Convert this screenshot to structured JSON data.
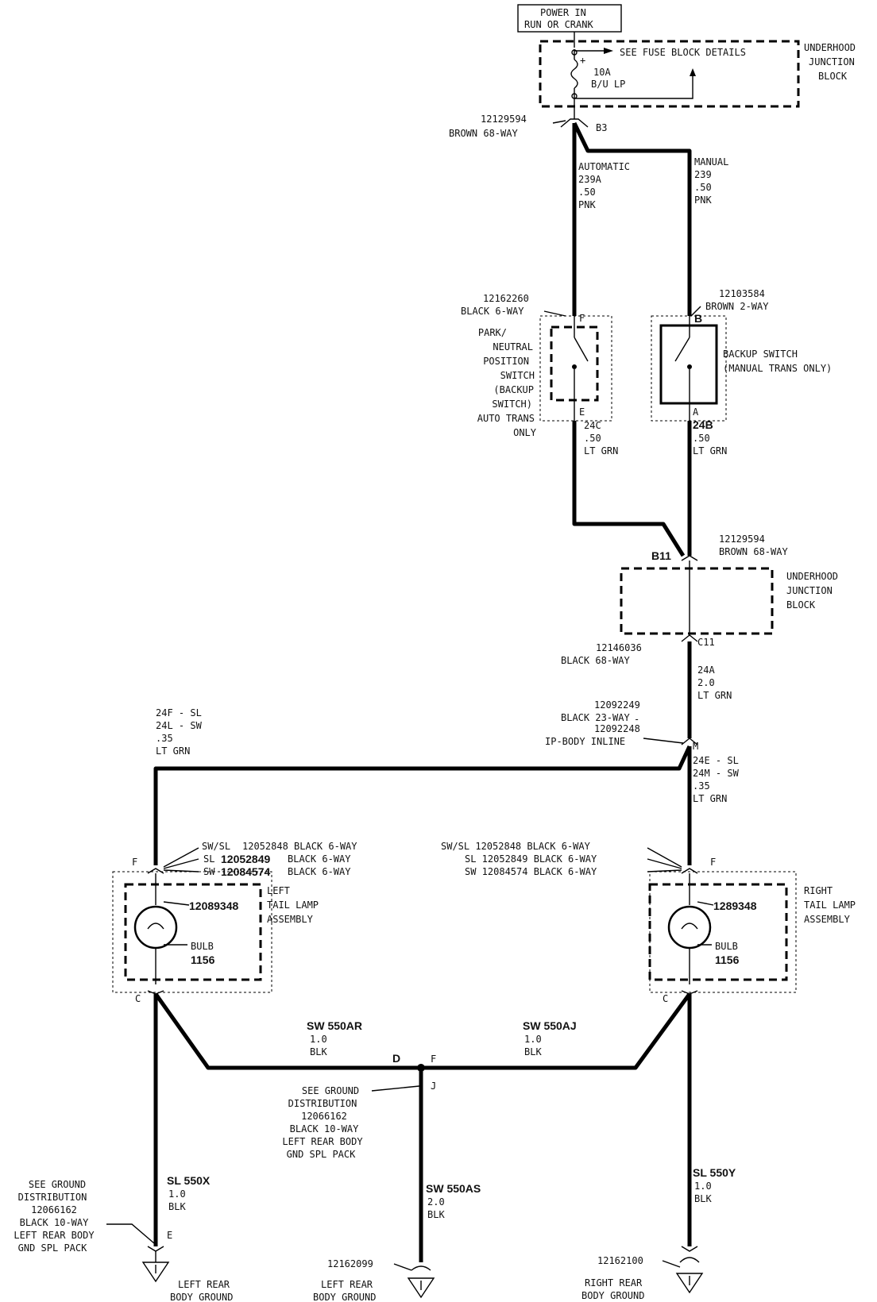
{
  "power": {
    "line1": "POWER IN",
    "line2": "RUN OR CRANK"
  },
  "fuse_block": {
    "see_details": "SEE FUSE BLOCK DETAILS",
    "fuse_rating": "10A",
    "fuse_name": "B/U LP",
    "label": [
      "UNDERHOOD",
      "JUNCTION",
      "BLOCK"
    ]
  },
  "conn_top": {
    "part": "12129594",
    "desc": "BROWN 68-WAY",
    "pin": "B3"
  },
  "wire_auto": {
    "label": "AUTOMATIC",
    "circuit": "239A",
    "gauge": ".50",
    "color": "PNK"
  },
  "wire_manual": {
    "label": "MANUAL",
    "circuit": "239",
    "gauge": ".50",
    "color": "PNK"
  },
  "pn_switch": {
    "part": "12162260",
    "desc": "BLACK 6-WAY",
    "pin_in": "F",
    "pin_out": "E",
    "label": [
      "PARK/",
      "NEUTRAL",
      "POSITION",
      "SWITCH",
      "(BACKUP",
      "SWITCH)",
      "AUTO TRANS",
      "ONLY"
    ]
  },
  "backup_switch": {
    "part": "12103584",
    "desc": "BROWN 2-WAY",
    "pin_in": "B",
    "pin_out": "A",
    "label": [
      "BACKUP SWITCH",
      "(MANUAL TRANS ONLY)"
    ]
  },
  "wire_24c": {
    "circuit": "24C",
    "gauge": ".50",
    "color": "LT GRN"
  },
  "wire_24b": {
    "circuit": "24B",
    "gauge": ".50",
    "color": "LT GRN"
  },
  "conn_b11": {
    "pin": "B11",
    "part": "12129594",
    "desc": "BROWN 68-WAY"
  },
  "junction_block": {
    "label": [
      "UNDERHOOD",
      "JUNCTION",
      "BLOCK"
    ]
  },
  "conn_c11": {
    "part": "12146036",
    "desc": "BLACK 68-WAY",
    "pin": "C11"
  },
  "wire_24a": {
    "circuit": "24A",
    "gauge": "2.0",
    "color": "LT GRN"
  },
  "inline_conn": {
    "part1": "12092249",
    "desc1": "BLACK 23-WAY",
    "part2": "12092248",
    "desc2": "IP-BODY INLINE",
    "pin": "M"
  },
  "wire_left_feed": {
    "line1": "24F - SL",
    "line2": "24L - SW",
    "gauge": ".35",
    "color": "LT GRN"
  },
  "wire_right_feed": {
    "line1": "24E - SL",
    "line2": "24M - SW",
    "gauge": ".35",
    "color": "LT GRN"
  },
  "left_conn": {
    "line1_pre": "SW/SL",
    "line1": "12052848 BLACK 6-WAY",
    "line2_pre": "SL",
    "line2_num": "12052849",
    "line2": "BLACK 6-WAY",
    "line3_pre": "SW",
    "line3_num": "12084574",
    "line3": "BLACK 6-WAY",
    "pin_in": "F",
    "pin_out": "C"
  },
  "right_conn": {
    "line1": "SW/SL 12052848 BLACK 6-WAY",
    "line2": "SL 12052849 BLACK 6-WAY",
    "line3": "SW 12084574 BLACK 6-WAY",
    "pin_in": "F",
    "pin_out": "C"
  },
  "left_lamp": {
    "part": "12089348",
    "bulb": "BULB",
    "bulb_num": "1156",
    "label": [
      "LEFT",
      "TAIL LAMP",
      "ASSEMBLY"
    ]
  },
  "right_lamp": {
    "part": "1289348",
    "bulb": "BULB",
    "bulb_num": "1156",
    "label": [
      "RIGHT",
      "TAIL LAMP",
      "ASSEMBLY"
    ]
  },
  "wire_550ar": {
    "circuit": "SW 550AR",
    "gauge": "1.0",
    "color": "BLK"
  },
  "wire_550aj": {
    "circuit": "SW 550AJ",
    "gauge": "1.0",
    "color": "BLK"
  },
  "splice": {
    "pin_d": "D",
    "pin_f": "F",
    "pin_j": "J",
    "label": [
      "SEE GROUND",
      "DISTRIBUTION",
      "12066162",
      "BLACK 10-WAY",
      "LEFT REAR BODY",
      "GND SPL PACK"
    ]
  },
  "wire_550x": {
    "circuit": "SL 550X",
    "gauge": "1.0",
    "color": "BLK"
  },
  "wire_550as": {
    "circuit": "SW 550AS",
    "gauge": "2.0",
    "color": "BLK"
  },
  "wire_550y": {
    "circuit": "SL 550Y",
    "gauge": "1.0",
    "color": "BLK"
  },
  "left_ground_ref": {
    "label": [
      "SEE GROUND",
      "DISTRIBUTION",
      "12066162",
      "BLACK 10-WAY",
      "LEFT REAR BODY",
      "GND SPL PACK"
    ],
    "pin": "E"
  },
  "ground_left": {
    "label": [
      "LEFT REAR",
      "BODY GROUND"
    ]
  },
  "ground_mid": {
    "part": "12162099",
    "label": [
      "LEFT REAR",
      "BODY GROUND"
    ]
  },
  "ground_right": {
    "part": "12162100",
    "label": [
      "RIGHT REAR",
      "BODY GROUND"
    ]
  }
}
